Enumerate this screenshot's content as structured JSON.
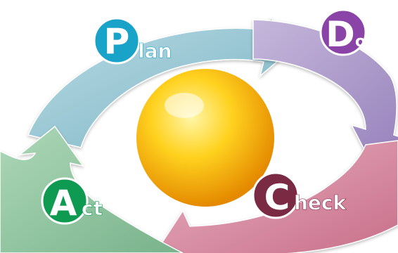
{
  "diagram": {
    "stages": [
      {
        "key": "plan",
        "initial": "P",
        "rest": "lan",
        "badge_color": "#1aa3c9",
        "arrow_color": "#8fc3d1"
      },
      {
        "key": "do",
        "initial": "D",
        "rest": "o",
        "badge_color": "#8a44a8",
        "arrow_color": "#a995c6"
      },
      {
        "key": "check",
        "initial": "C",
        "rest": "heck",
        "badge_color": "#7a2a43",
        "arrow_color": "#d48aa1"
      },
      {
        "key": "act",
        "initial": "A",
        "rest": "ct",
        "badge_color": "#0f9a52",
        "arrow_color": "#8ec4a0"
      }
    ],
    "center_sphere": {
      "highlight_color": "#fff6a8",
      "mid_color": "#ffd21f",
      "shadow_color": "#e58a00"
    }
  }
}
